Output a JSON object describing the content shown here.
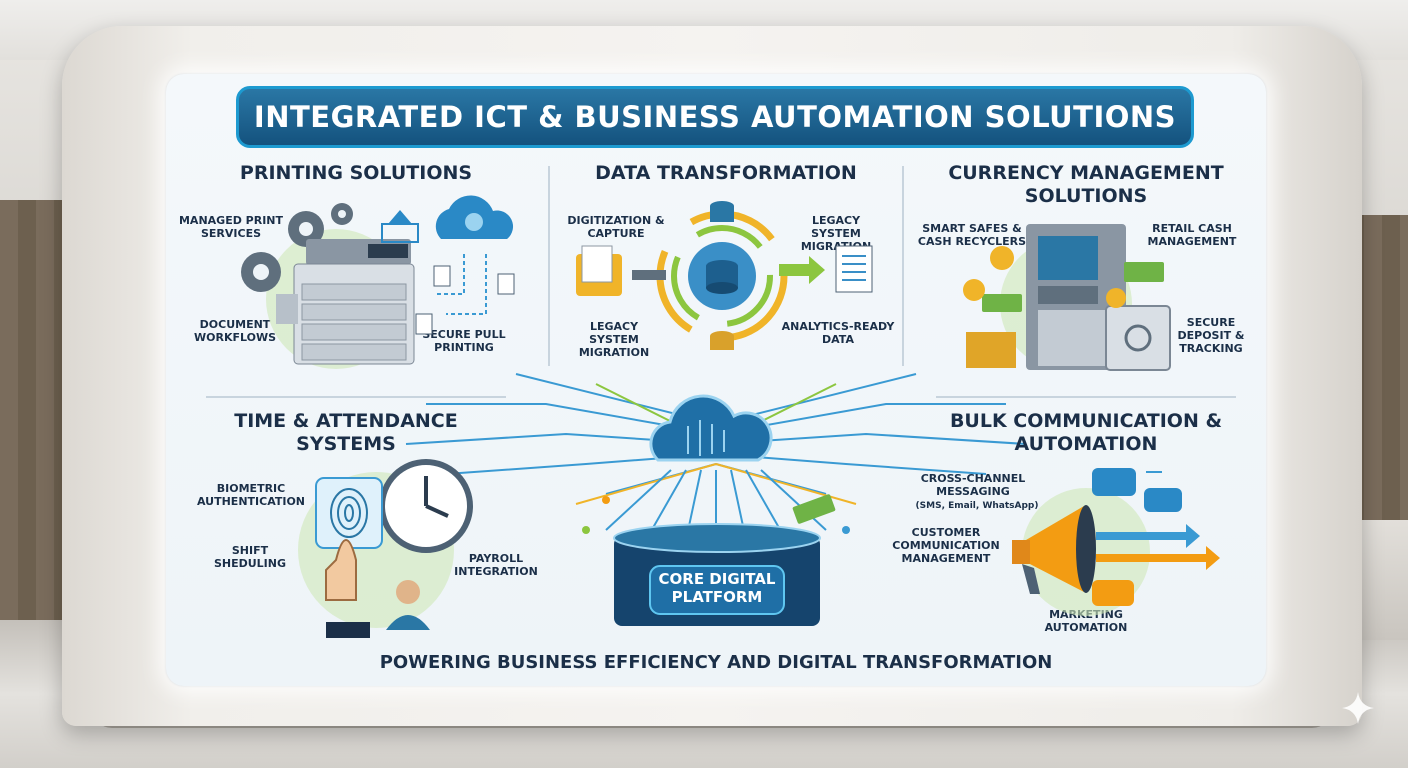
{
  "title": "INTEGRATED ICT & BUSINESS AUTOMATION SOLUTIONS",
  "sections": {
    "printing": {
      "title": "PRINTING SOLUTIONS",
      "labels": [
        "MANAGED PRINT SERVICES",
        "DOCUMENT WORKFLOWS",
        "SECURE PULL PRINTING"
      ]
    },
    "data": {
      "title": "DATA TRANSFORMATION",
      "labels": [
        "DIGITIZATION & CAPTURE",
        "LEGACY SYSTEM MIGRATION",
        "LEGACY SYSTEM MIGRATION",
        "ANALYTICS-READY DATA"
      ]
    },
    "currency": {
      "title": "CURRENCY MANAGEMENT SOLUTIONS",
      "labels": [
        "SMART SAFES & CASH RECYCLERS",
        "RETAIL CASH MANAGEMENT",
        "SECURE DEPOSIT & TRACKING"
      ]
    },
    "time": {
      "title": "TIME & ATTENDANCE SYSTEMS",
      "labels": [
        "BIOMETRIC AUTHENTICATION",
        "SHIFT SHEDULING",
        "PAYROLL INTEGRATION"
      ]
    },
    "bulk": {
      "title": "BULK COMMUNICATION & AUTOMATION",
      "labels": [
        "CROSS-CHANNEL MESSAGING",
        "(SMS, Email, WhatsApp)",
        "CUSTOMER COMMUNICATION MANAGEMENT",
        "MARKETING AUTOMATION"
      ]
    }
  },
  "core": {
    "label": "CORE DIGITAL PLATFORM"
  },
  "footer": "POWERING BUSINESS EFFICIENCY AND DIGITAL TRANSFORMATION",
  "icons": [
    "gear-icon",
    "printer-icon",
    "cloud-icon",
    "document-icon",
    "database-icon",
    "folder-icon",
    "atm-icon",
    "cash-icon",
    "coin-icon",
    "safe-icon",
    "fingerprint-icon",
    "clock-icon",
    "person-icon",
    "megaphone-icon",
    "chat-bubble-icon",
    "arrow-icon"
  ],
  "colors": {
    "title_bg": "#14527e",
    "accent": "#1d9ad0",
    "text": "#1b2f48",
    "green": "#8cc63f",
    "orange": "#f39c12"
  }
}
